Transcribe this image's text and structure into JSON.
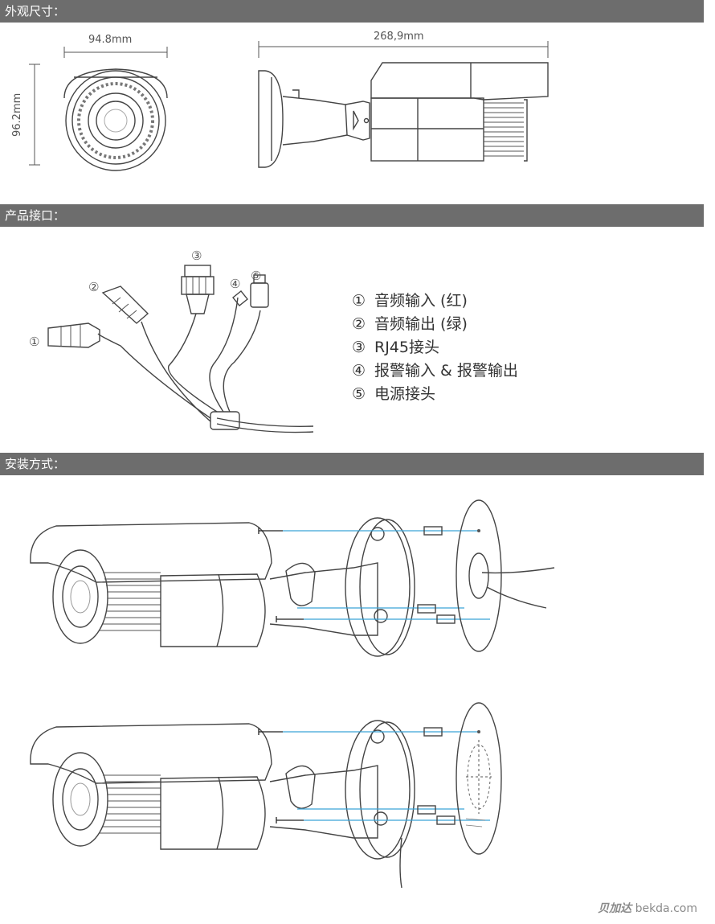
{
  "sections": {
    "dimensions": "外观尺寸：",
    "interfaces": "产品接口：",
    "installation": "安装方式："
  },
  "dimensions": {
    "front_width": "94.8mm",
    "height": "96.2mm",
    "side_length": "268,9mm"
  },
  "callouts": [
    "①",
    "②",
    "③",
    "④",
    "⑤"
  ],
  "legend": [
    {
      "num": "①",
      "text": "音频输入 (红)"
    },
    {
      "num": "②",
      "text": "音频输出 (绿)"
    },
    {
      "num": "③",
      "text": "RJ45接头"
    },
    {
      "num": "④",
      "text": "报警输入 & 报警输出"
    },
    {
      "num": "⑤",
      "text": "电源接头"
    }
  ],
  "watermark": {
    "cn": "贝加达",
    "url": "bekda.com"
  },
  "colors": {
    "bar": "#6d6d6d",
    "guide_line": "#3aa3d8"
  }
}
